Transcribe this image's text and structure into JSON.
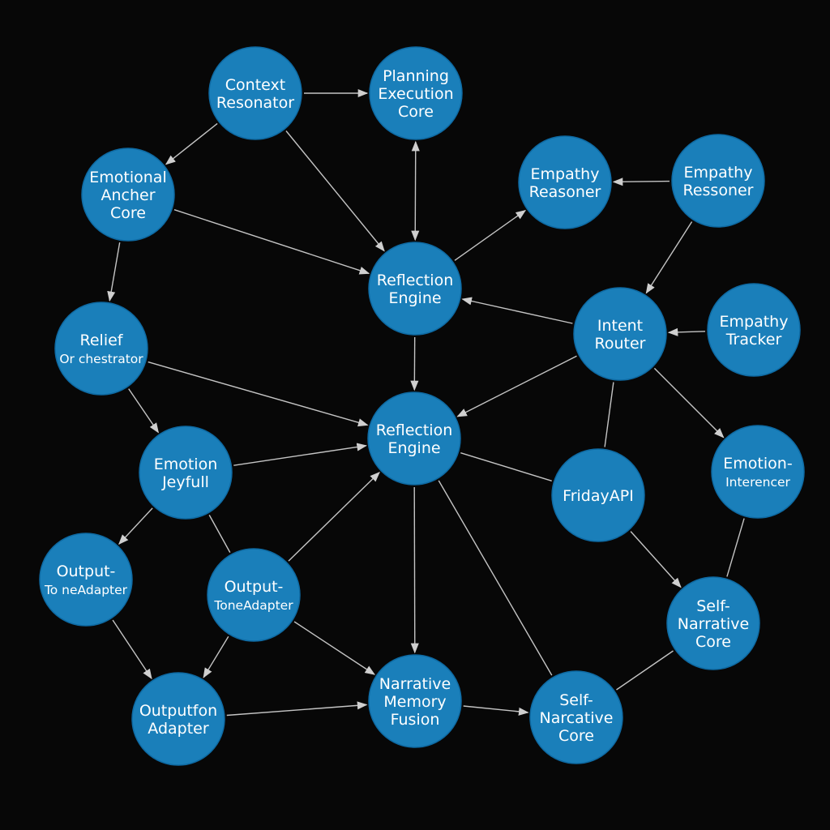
{
  "diagram": {
    "background": "#070707",
    "node_color": "#1a7fba",
    "edge_color": "#c4c4c4",
    "nodes": [
      {
        "id": "context-resonator",
        "lines": [
          "Context",
          "Resonator"
        ]
      },
      {
        "id": "planning-execution-core",
        "lines": [
          "Planning",
          "Execution",
          "Core"
        ]
      },
      {
        "id": "emotional-ancher-core",
        "lines": [
          "Emotional",
          "Ancher",
          "Core"
        ]
      },
      {
        "id": "empathy-reasoner",
        "lines": [
          "Empathy",
          "Reasoner"
        ]
      },
      {
        "id": "empathy-ressoner",
        "lines": [
          "Empathy",
          "Ressoner"
        ]
      },
      {
        "id": "reflection-engine-top",
        "lines": [
          "Reflection",
          "Engine"
        ]
      },
      {
        "id": "relief-orchestrator",
        "lines": [
          "Relief",
          "Or chestrator"
        ]
      },
      {
        "id": "intent-router",
        "lines": [
          "Intent",
          "Router"
        ]
      },
      {
        "id": "empathy-tracker",
        "lines": [
          "Empathy",
          "Tracker"
        ]
      },
      {
        "id": "reflection-engine-main",
        "lines": [
          "Reflection",
          "Engine"
        ]
      },
      {
        "id": "emotion-jeyfull",
        "lines": [
          "Emotion",
          "Jeyfull"
        ]
      },
      {
        "id": "fridayapi",
        "lines": [
          "FridayAPI"
        ]
      },
      {
        "id": "emotion-interencer",
        "lines": [
          "Emotion-",
          "Interencer"
        ]
      },
      {
        "id": "output-tone-adapter-left",
        "lines": [
          "Output-",
          "To neAdapter"
        ]
      },
      {
        "id": "output-tone-adapter-mid",
        "lines": [
          "Output-",
          "ToneAdapter"
        ]
      },
      {
        "id": "self-narrative-core-right",
        "lines": [
          "Self-",
          "Narrative",
          "Core"
        ]
      },
      {
        "id": "outputfon-adapter",
        "lines": [
          "Outputfon",
          "Adapter"
        ]
      },
      {
        "id": "narrative-memory-fusion",
        "lines": [
          "Narrative",
          "Memory",
          "Fusion"
        ]
      },
      {
        "id": "self-narcative-core",
        "lines": [
          "Self-",
          "Narcative",
          "Core"
        ]
      }
    ],
    "edges": [
      {
        "from": "context-resonator",
        "to": "planning-execution-core",
        "arrow": "end"
      },
      {
        "from": "context-resonator",
        "to": "emotional-ancher-core",
        "arrow": "end"
      },
      {
        "from": "context-resonator",
        "to": "reflection-engine-top",
        "arrow": "end"
      },
      {
        "from": "planning-execution-core",
        "to": "reflection-engine-top",
        "arrow": "both"
      },
      {
        "from": "emotional-ancher-core",
        "to": "reflection-engine-top",
        "arrow": "end"
      },
      {
        "from": "emotional-ancher-core",
        "to": "relief-orchestrator",
        "arrow": "end"
      },
      {
        "from": "empathy-ressoner",
        "to": "empathy-reasoner",
        "arrow": "end"
      },
      {
        "from": "reflection-engine-top",
        "to": "empathy-reasoner",
        "arrow": "end"
      },
      {
        "from": "empathy-ressoner",
        "to": "intent-router",
        "arrow": "end"
      },
      {
        "from": "intent-router",
        "to": "reflection-engine-top",
        "arrow": "end"
      },
      {
        "from": "empathy-tracker",
        "to": "intent-router",
        "arrow": "end"
      },
      {
        "from": "reflection-engine-top",
        "to": "reflection-engine-main",
        "arrow": "end"
      },
      {
        "from": "relief-orchestrator",
        "to": "reflection-engine-main",
        "arrow": "end"
      },
      {
        "from": "relief-orchestrator",
        "to": "emotion-jeyfull",
        "arrow": "end"
      },
      {
        "from": "intent-router",
        "to": "reflection-engine-main",
        "arrow": "end"
      },
      {
        "from": "intent-router",
        "to": "fridayapi",
        "arrow": "none"
      },
      {
        "from": "intent-router",
        "to": "emotion-interencer",
        "arrow": "end"
      },
      {
        "from": "emotion-jeyfull",
        "to": "reflection-engine-main",
        "arrow": "end"
      },
      {
        "from": "reflection-engine-main",
        "to": "fridayapi",
        "arrow": "none"
      },
      {
        "from": "emotion-jeyfull",
        "to": "output-tone-adapter-left",
        "arrow": "end"
      },
      {
        "from": "emotion-jeyfull",
        "to": "output-tone-adapter-mid",
        "arrow": "none"
      },
      {
        "from": "output-tone-adapter-mid",
        "to": "reflection-engine-main",
        "arrow": "end"
      },
      {
        "from": "reflection-engine-main",
        "to": "narrative-memory-fusion",
        "arrow": "end"
      },
      {
        "from": "reflection-engine-main",
        "to": "self-narcative-core",
        "arrow": "none"
      },
      {
        "from": "fridayapi",
        "to": "self-narrative-core-right",
        "arrow": "end"
      },
      {
        "from": "emotion-interencer",
        "to": "self-narrative-core-right",
        "arrow": "none"
      },
      {
        "from": "output-tone-adapter-left",
        "to": "outputfon-adapter",
        "arrow": "end"
      },
      {
        "from": "output-tone-adapter-mid",
        "to": "outputfon-adapter",
        "arrow": "end"
      },
      {
        "from": "output-tone-adapter-mid",
        "to": "narrative-memory-fusion",
        "arrow": "end"
      },
      {
        "from": "outputfon-adapter",
        "to": "narrative-memory-fusion",
        "arrow": "end"
      },
      {
        "from": "narrative-memory-fusion",
        "to": "self-narcative-core",
        "arrow": "end"
      },
      {
        "from": "self-narrative-core-right",
        "to": "self-narcative-core",
        "arrow": "none"
      }
    ]
  }
}
